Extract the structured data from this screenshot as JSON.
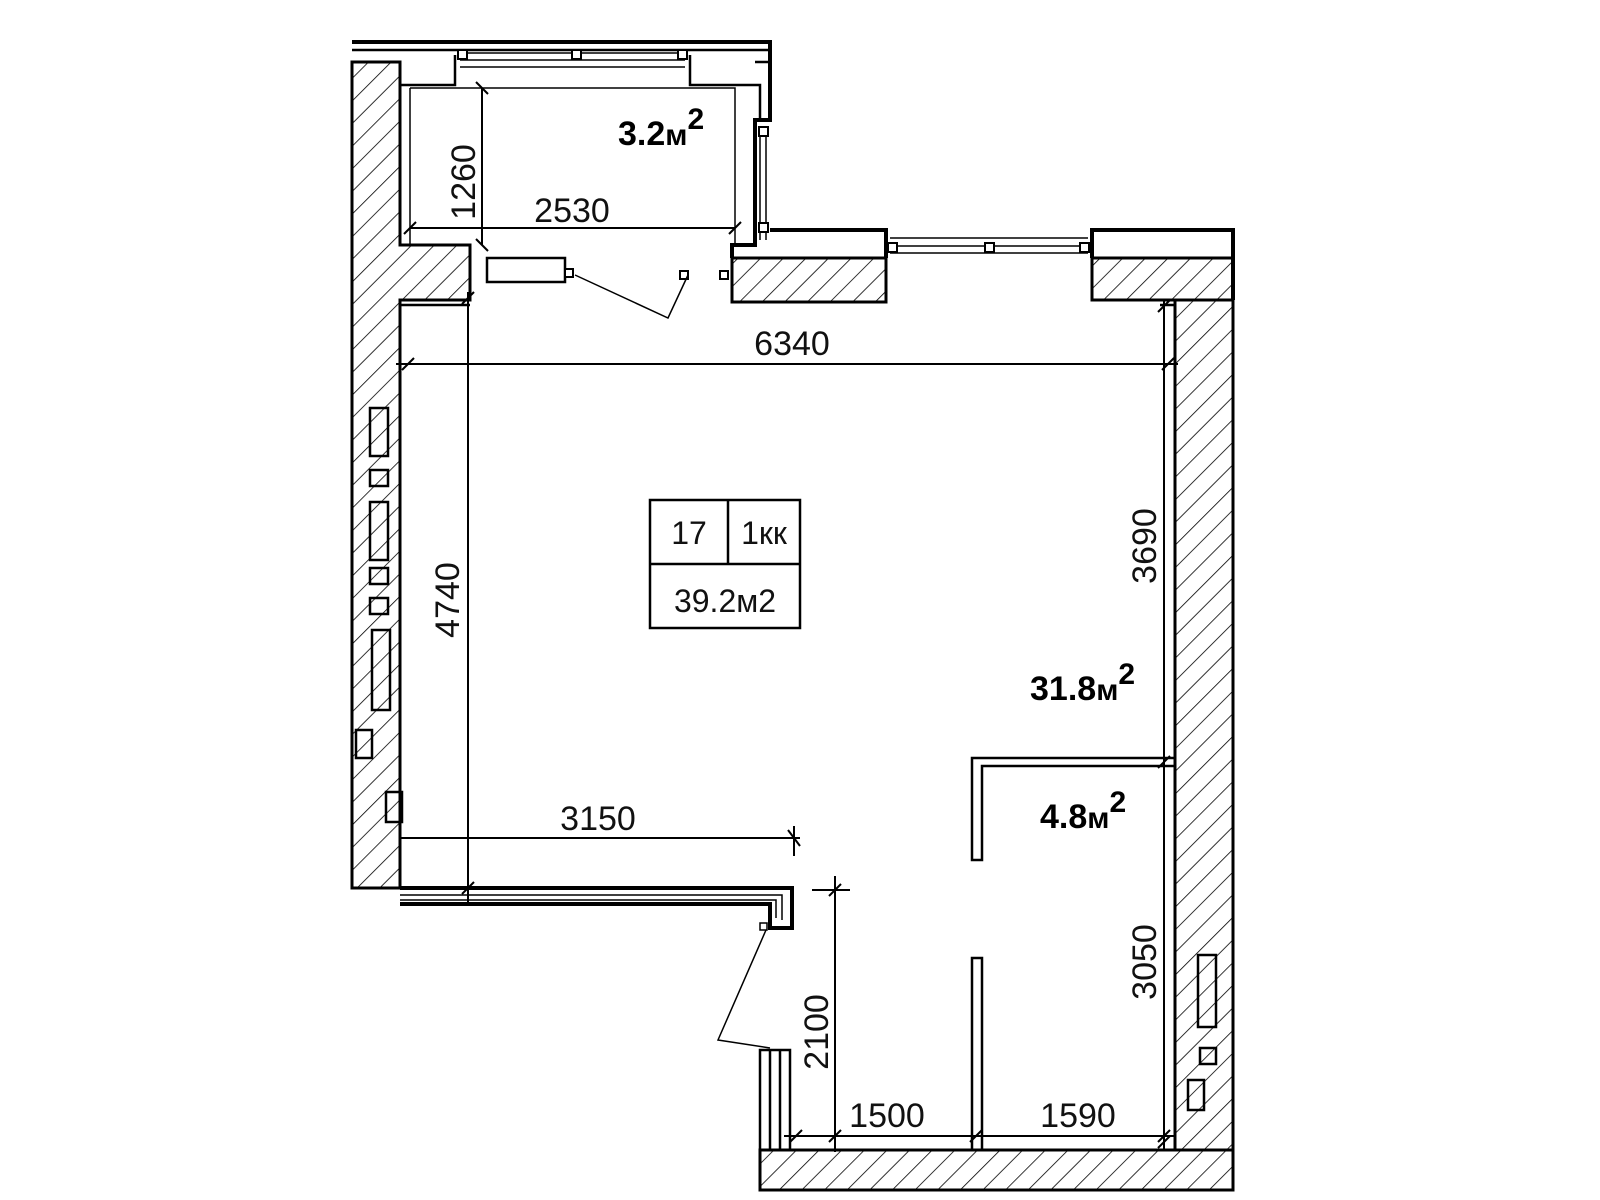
{
  "plan": {
    "apartment_number": "17",
    "apartment_type": "1кк",
    "total_area": "39.2м2",
    "rooms": [
      {
        "id": "balcony",
        "area_value": "3.2",
        "area_unit": "м",
        "area_sup": "2"
      },
      {
        "id": "main",
        "area_value": "31.8",
        "area_unit": "м",
        "area_sup": "2"
      },
      {
        "id": "bathroom",
        "area_value": "4.8",
        "area_unit": "м",
        "area_sup": "2"
      }
    ],
    "dimensions": {
      "balcony_height": "1260",
      "balcony_width": "2530",
      "room_width": "6340",
      "left_height": "4740",
      "right_upper_height": "3690",
      "hall_width": "3150",
      "bath_height": "3050",
      "entry_height": "2100",
      "corridor_width": "1500",
      "bath_width": "1590"
    }
  },
  "colors": {
    "line": "#000000",
    "background": "#ffffff"
  }
}
